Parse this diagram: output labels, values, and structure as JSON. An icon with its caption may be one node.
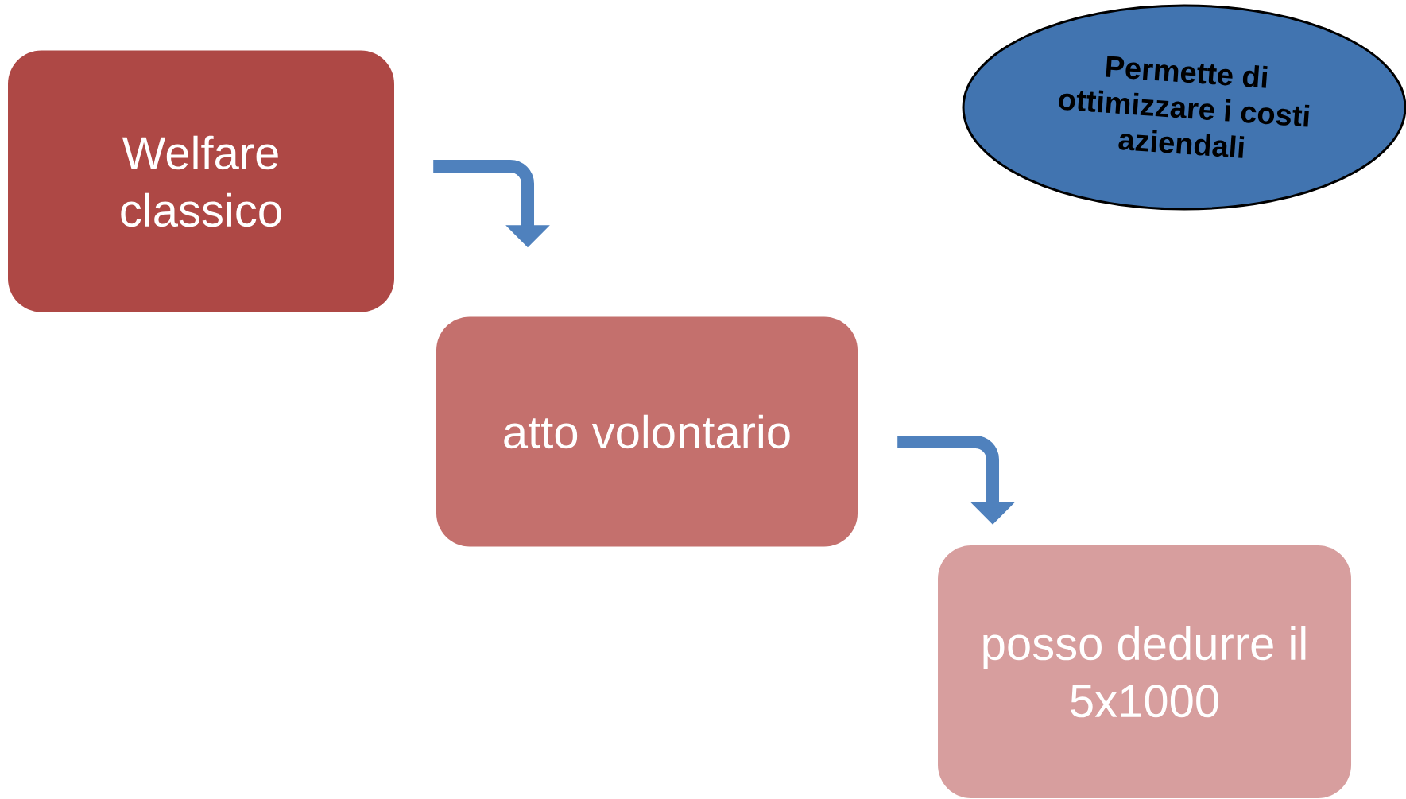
{
  "diagram": {
    "nodes": [
      {
        "text": [
          "Welfare classico"
        ]
      },
      {
        "text": [
          "atto volontario"
        ]
      },
      {
        "text": [
          "posso dedurre il 5x1000"
        ]
      },
      {
        "text": [
          "Permette di ottimizzare i costi aziendali"
        ]
      }
    ],
    "edges": [
      {
        "from": 0,
        "to": 1,
        "arrow": "to"
      },
      {
        "from": 1,
        "to": 2,
        "arrow": "to"
      }
    ]
  }
}
